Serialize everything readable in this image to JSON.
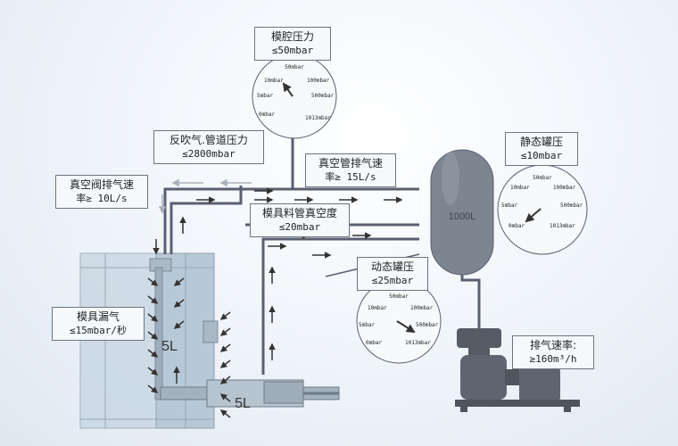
{
  "labels": {
    "mold_cavity_pressure": {
      "title": "模腔压力",
      "value": "≤50mbar"
    },
    "blowback_pipe_pressure": {
      "title": "反吹气.管道压力",
      "value": "≤2800mbar"
    },
    "vacuum_valve_rate": {
      "title": "真空阀排气速",
      "value": "率≥ 10L/s"
    },
    "vacuum_pipe_rate": {
      "title": "真空管排气速",
      "value": "率≥ 15L/s"
    },
    "mold_pipe_vacuum": {
      "title": "模具料管真空度",
      "value": "≤20mbar"
    },
    "static_tank_pressure": {
      "title": "静态罐压",
      "value": "≤10mbar"
    },
    "dynamic_tank_pressure": {
      "title": "动态罐压",
      "value": "≤25mbar"
    },
    "mold_leak": {
      "title": "模具漏气",
      "value": "≤15mbar/秒"
    },
    "pump_rate": {
      "title": "排气速率:",
      "value": "≥160m³/h"
    }
  },
  "tank": {
    "volume": "1000L"
  },
  "volumes": {
    "mold": "5L",
    "shot_sleeve": "5L"
  },
  "gauges": {
    "mold": [
      "50mbar",
      "10mbar",
      "100mbar",
      "5mbar",
      "500mbar",
      "0mbar",
      "1013mbar"
    ],
    "static": [
      "50mbar",
      "10mbar",
      "100mbar",
      "5mbar",
      "500mbar",
      "0mbar",
      "1013mbar"
    ],
    "dynamic": [
      "50mbar",
      "10mbar",
      "100mbar",
      "5mbar",
      "500mbar",
      "0mbar",
      "1013mbar"
    ]
  },
  "colors": {
    "pipe": "#5a6070",
    "tank": "#7d8591",
    "arrow": "#333333",
    "arrow_light": "#a8b0ba"
  }
}
